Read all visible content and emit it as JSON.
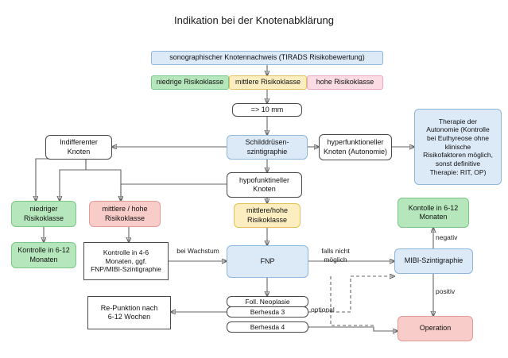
{
  "title": "Indikation bei der Knotenabklärung",
  "colors": {
    "blue": "#dce9f7",
    "green": "#b6e7bc",
    "yellow": "#fdeec2",
    "pink": "#fbdce4",
    "red": "#f8ccc9",
    "white": "#ffffff",
    "edge": "#656565",
    "border": "#5f6368"
  },
  "nodes": {
    "sono": "sonographischer Knotennachweis (TIRADS Risikobewertung)",
    "risk_low": "niedrige Risikoklasse",
    "risk_mid": "mittlere Risikoklasse",
    "risk_high": "hohe Risikoklasse",
    "size": "=> 10 mm",
    "szinti": "Schilddrüsen-\nszintigraphie",
    "hyper": "hyperfunktioneller\nKnoten (Autonomie)",
    "therapie": "Therapie der\nAutonomie (Kontrolle\nbei Euthyreose ohne\nklinische\nRisikofaktoren möglich,\nsonst definitive\nTherapie: RIT, OP)",
    "indifferent": "Indifferenter\nKnoten",
    "hypo": "hypofunktineller\nKnoten",
    "mid_high_yellow": "mittlere/hohe\nRisikoklasse",
    "low_green": "niedriger\nRisikoklasse",
    "midhigh_red": "mittlere / hohe\nRisikoklasse",
    "kontrolle_left": "Kontrolle in 6-12\nMonaten",
    "kontrolle_46": "Kontrolle in 4-6\nMonaten, ggf.\nFNP/MIBI-Szintigraphie",
    "fnp": "FNP",
    "kontrolle_right": "Kontolle in 6-12\nMonaten",
    "mibi": "MIBI-Szintigraphie",
    "operation": "Operation",
    "repunktion": "Re-Punktion nach\n6-12 Wochen",
    "foll": "Foll. Neoplasie",
    "berhesda3": "Berhesda 3",
    "berhesda4": "Berhesda 4"
  },
  "edge_labels": {
    "wachstum": "bei Wachstum",
    "falls_nicht": "falls nicht\nmöglich",
    "negativ": "negativ",
    "positiv": "positiv",
    "optional": "optional"
  }
}
